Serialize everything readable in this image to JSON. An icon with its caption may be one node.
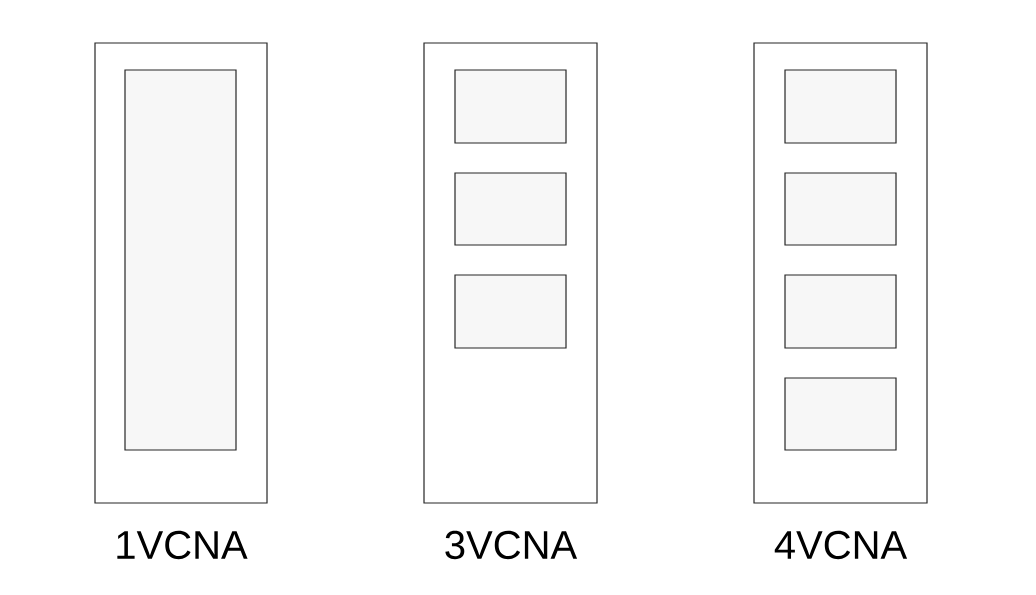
{
  "diagram": {
    "nodes": [
      {
        "text": [],
        "shape": "box",
        "beside": [
          "1VCNA"
        ]
      },
      {
        "text": [],
        "shape": "box",
        "in": 0
      },
      {
        "text": [],
        "shape": "box",
        "beside": [
          "3VCNA"
        ]
      },
      {
        "text": [],
        "shape": "box",
        "in": 2
      },
      {
        "text": [],
        "shape": "box",
        "in": 2
      },
      {
        "text": [],
        "shape": "box",
        "in": 2
      },
      {
        "text": [],
        "shape": "box",
        "beside": [
          "4VCNA"
        ]
      },
      {
        "text": [],
        "shape": "box",
        "in": 6
      },
      {
        "text": [],
        "shape": "box",
        "in": 6
      },
      {
        "text": [],
        "shape": "box",
        "in": 6
      },
      {
        "text": [],
        "shape": "box",
        "in": 6
      }
    ]
  }
}
